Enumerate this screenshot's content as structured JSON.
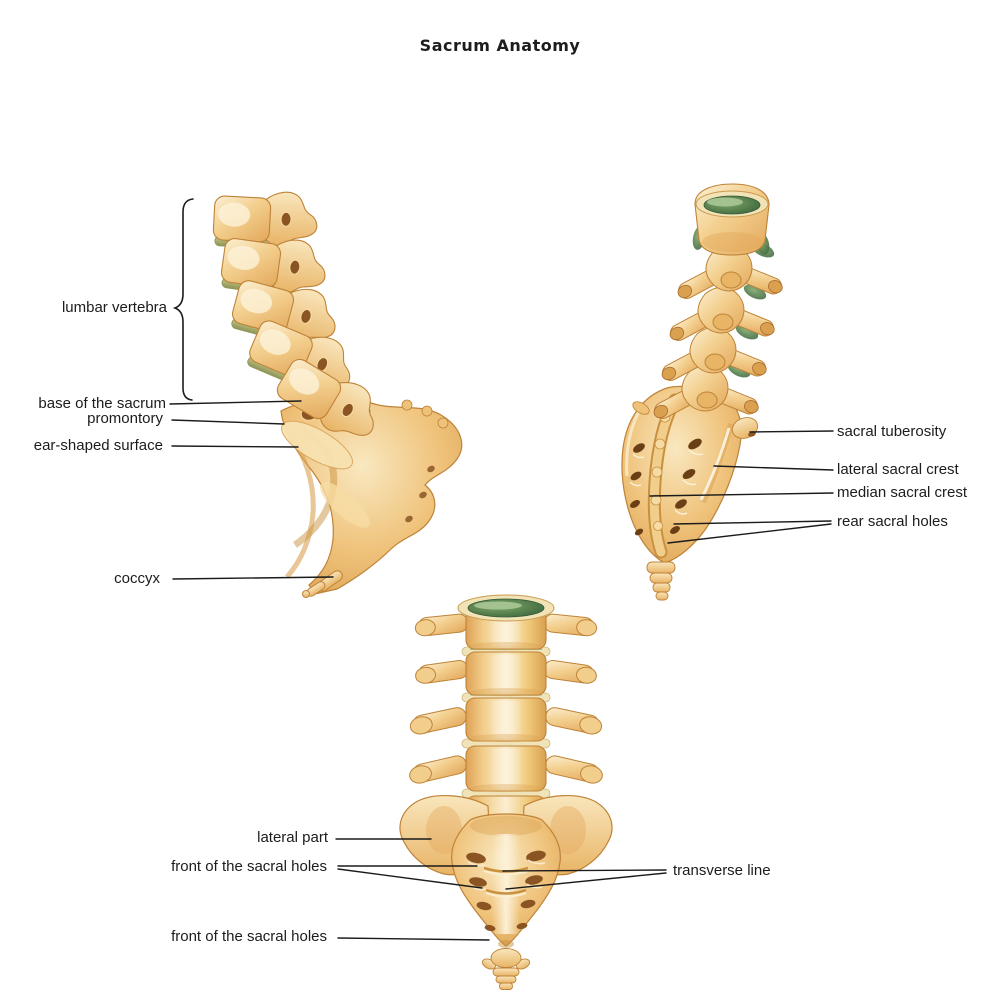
{
  "title": "Sacrum Anatomy",
  "figures": {
    "lateral": {
      "labels": [
        "lumbar vertebra",
        "base of the sacrum",
        "promontory",
        "ear-shaped surface",
        "coccyx"
      ]
    },
    "posterior": {
      "labels": [
        "sacral tuberosity",
        "lateral sacral crest",
        "median sacral crest",
        "rear sacral holes"
      ]
    },
    "anterior": {
      "labels": [
        "lateral part",
        "front of the sacral holes",
        "transverse line",
        "front of the sacral holes"
      ]
    }
  },
  "colors": {
    "background": "#ffffff",
    "text": "#1c1c1c",
    "leader_line": "#1b1b1b",
    "bone_light": "#FBEED0",
    "bone_mid": "#F0C879",
    "bone_shadow": "#D9A050",
    "bone_outline": "#BE8338",
    "disc_green_dark": "#3F6B44",
    "disc_green_light": "#A9C795",
    "disc_olive": "#8E9455"
  }
}
